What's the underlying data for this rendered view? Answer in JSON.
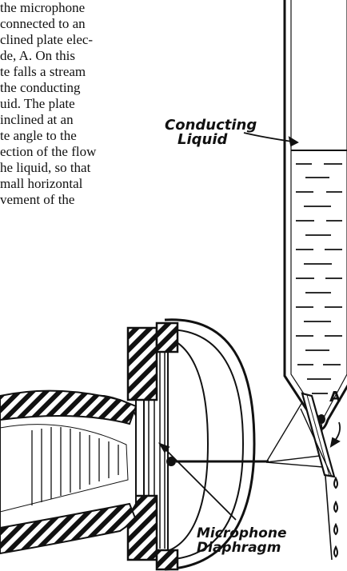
{
  "text_lines": [
    "the microphone",
    "connected to an",
    "clined plate elec-",
    "de, A.  On this",
    "te falls a stream",
    "the  conducting",
    "uid.    The  plate",
    "inclined   at  an",
    "te angle to the",
    "ection of the flow",
    "he liquid, so that",
    "mall  horizontal",
    "vement   of   the"
  ],
  "labels": {
    "conducting_1": "Conducting",
    "conducting_2": "Liquid",
    "plate_a": "A",
    "diaphragm_1": "Microphone",
    "diaphragm_2": "Diaphragm"
  }
}
